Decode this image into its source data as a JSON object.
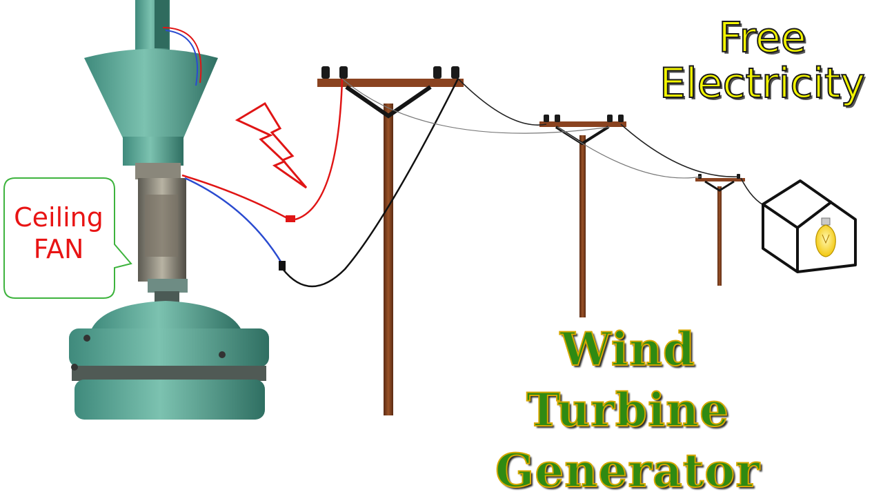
{
  "headline": {
    "line1": "Free",
    "line2": "Electricity"
  },
  "title": {
    "line1": "Wind",
    "line2": "Turbine Generator"
  },
  "callout": {
    "line1": "Ceiling",
    "line2": "FAN"
  },
  "colors": {
    "headline": "#f2f500",
    "title": "#2f8a12",
    "callout_text": "#e81414",
    "callout_border": "#3db33d",
    "pole": "#7a3a1a",
    "wire_red": "#e01515",
    "wire_black": "#111111",
    "wire_blue": "#2a4bd0",
    "fan_body": "#5fa99a",
    "bulb": "#ffe14a"
  },
  "icons": [
    "lightning-icon",
    "lightbulb-icon",
    "house-icon"
  ]
}
